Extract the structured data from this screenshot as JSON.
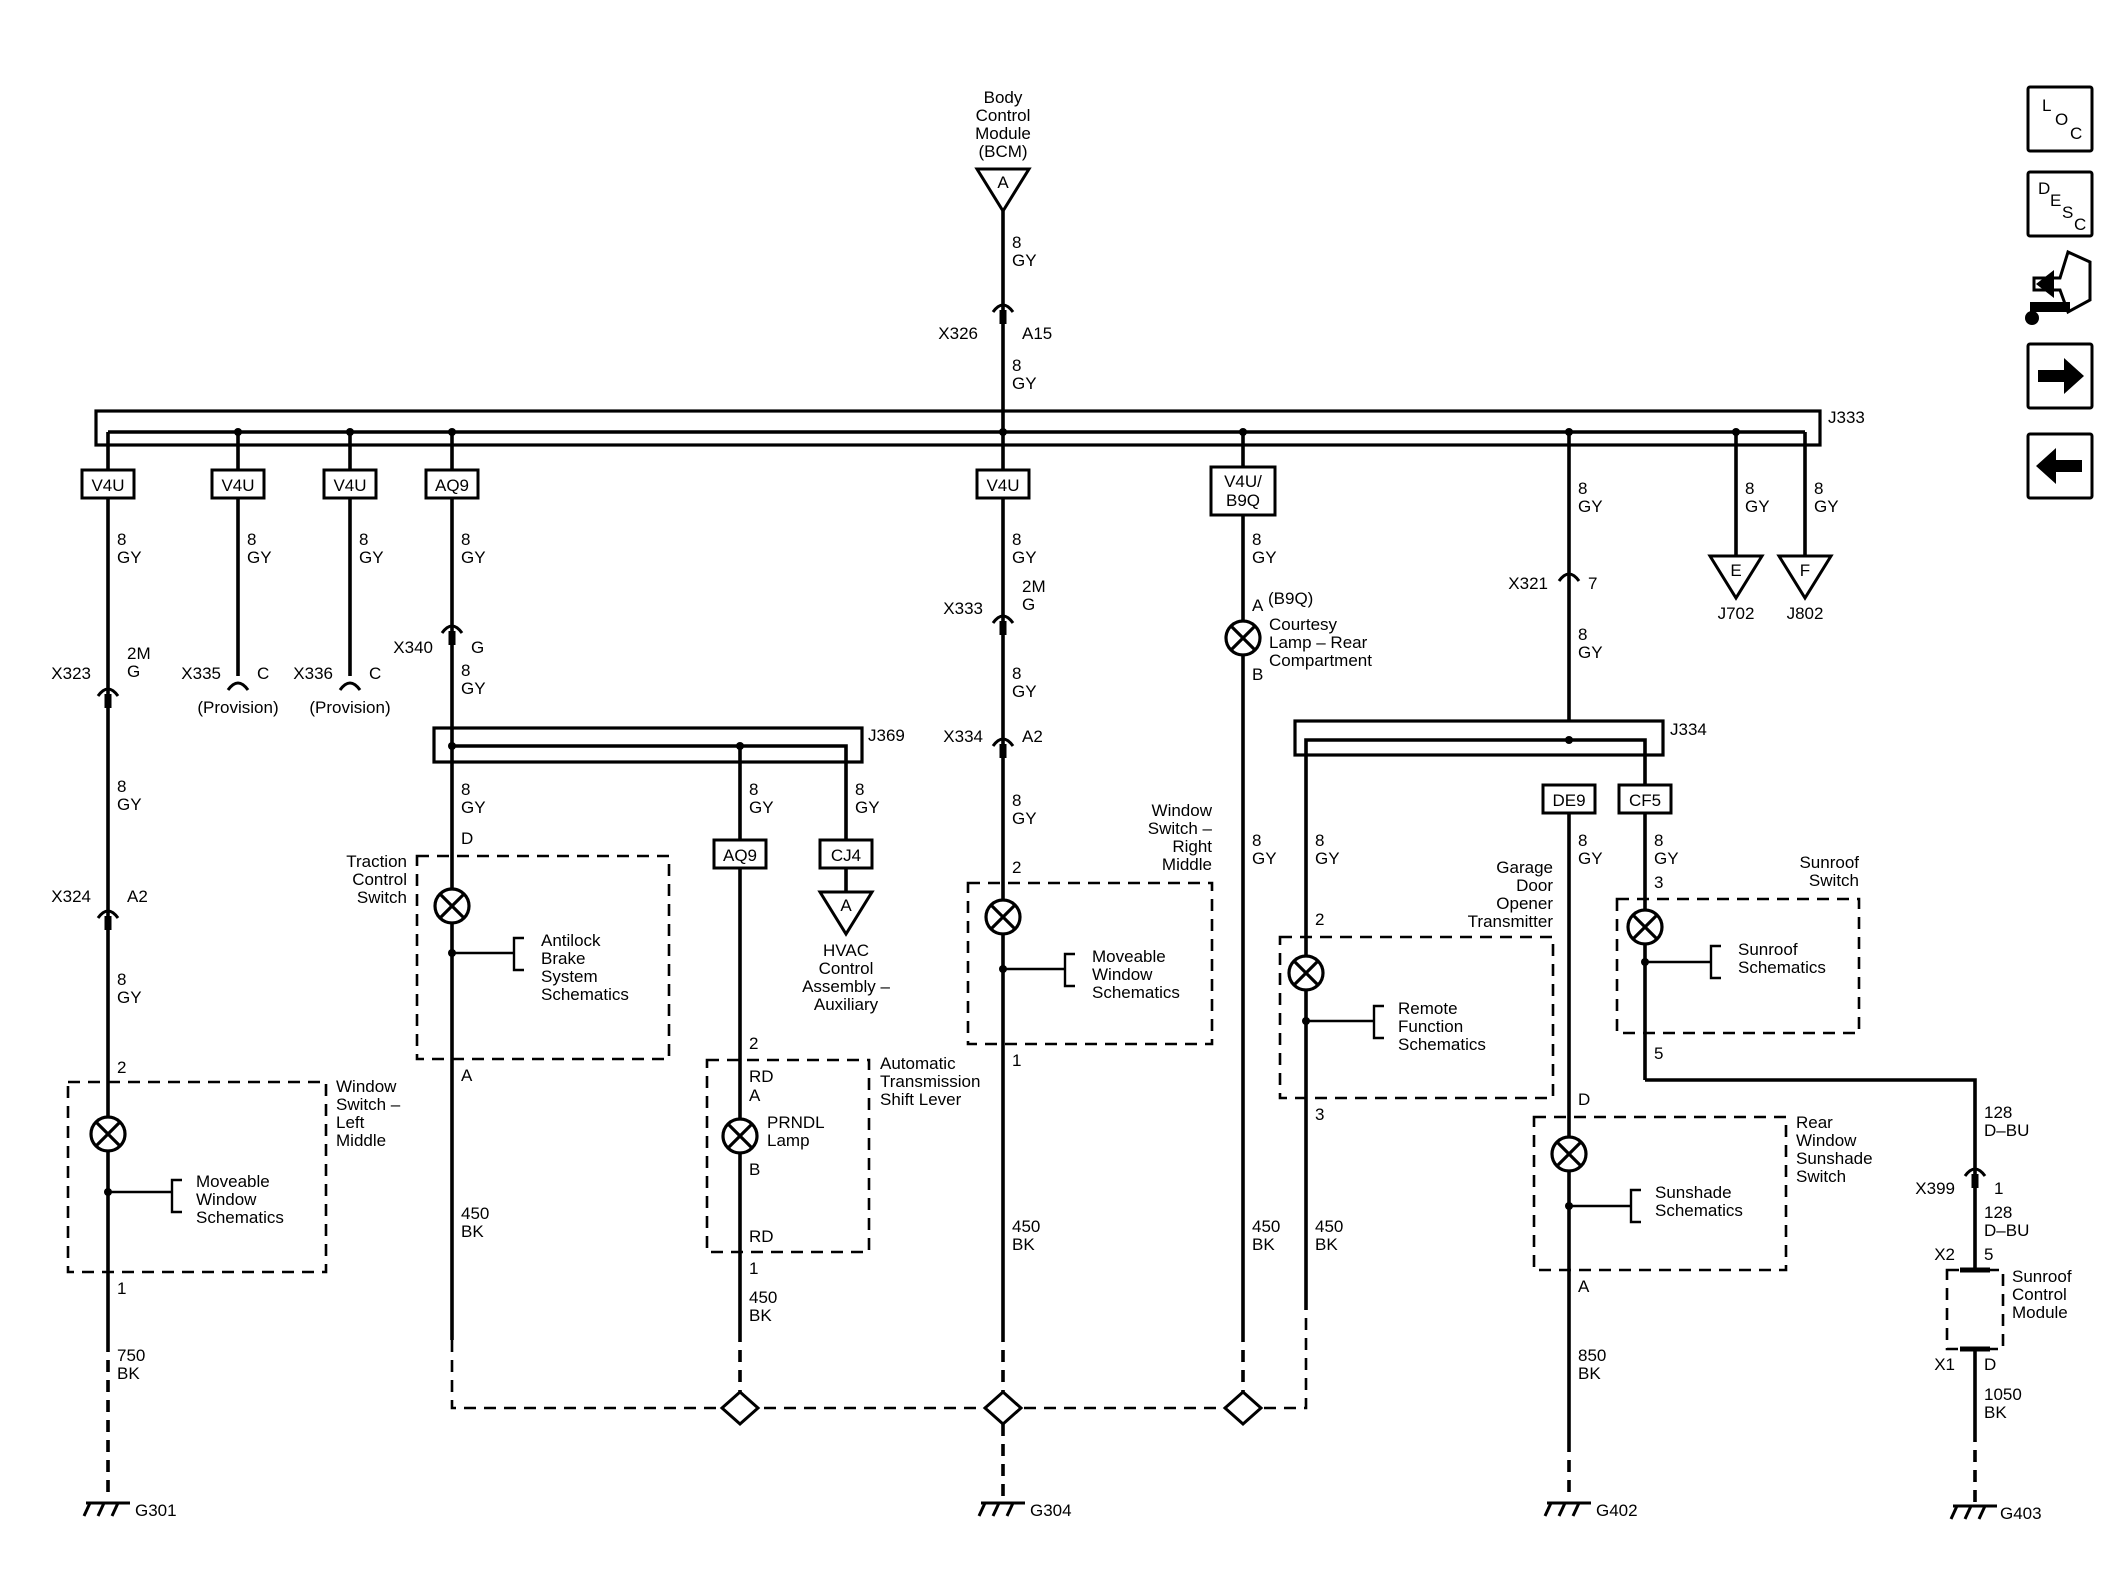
{
  "bcm": {
    "line1": "Body",
    "line2": "Control",
    "line3": "Module",
    "line4": "(BCM)",
    "pin": "A"
  },
  "wires": {
    "gy8_a": "8",
    "gy8_b": "GY",
    "bk450_a": "450",
    "bk450_b": "BK",
    "bk750_a": "750",
    "bk750_b": "BK",
    "bk850_a": "850",
    "bk850_b": "BK",
    "bk1050_a": "1050",
    "bk1050_b": "BK",
    "dbu128_a": "128",
    "dbu128_b": "D–BU",
    "rd": "RD"
  },
  "connectors": {
    "x326": "X326",
    "x326_pin": "A15",
    "x323": "X323",
    "x323_pin_a": "2M",
    "x323_pin_b": "G",
    "x324": "X324",
    "x324_pin": "A2",
    "x335": "X335",
    "x335_pin": "C",
    "x336": "X336",
    "x336_pin": "C",
    "x340": "X340",
    "x340_pin": "G",
    "x333": "X333",
    "x333_pin_a": "2M",
    "x333_pin_b": "G",
    "x334": "X334",
    "x334_pin": "A2",
    "x321": "X321",
    "x321_pin": "7",
    "x399": "X399",
    "x399_pin": "1",
    "x2": "X2",
    "x2_pin": "5",
    "x1": "X1",
    "x1_pin": "D"
  },
  "splices": {
    "j333": "J333",
    "j369": "J369",
    "j334": "J334"
  },
  "options": {
    "v4u": "V4U",
    "aq9": "AQ9",
    "v4u_b9q_a": "V4U/",
    "v4u_b9q_b": "B9Q",
    "cj4": "CJ4",
    "de9": "DE9",
    "cf5": "CF5"
  },
  "provision": "(Provision)",
  "offpage": {
    "e": "E",
    "f": "F",
    "j702": "J702",
    "j802": "J802",
    "hvac_pin": "A"
  },
  "components": {
    "window_left": {
      "l1": "Window",
      "l2": "Switch –",
      "l3": "Left",
      "l4": "Middle",
      "pin_top": "2",
      "pin_bot": "1"
    },
    "moveable_left": {
      "l1": "Moveable",
      "l2": "Window",
      "l3": "Schematics"
    },
    "traction": {
      "l1": "Traction",
      "l2": "Control",
      "l3": "Switch",
      "pin_top": "D",
      "pin_bot": "A"
    },
    "abs": {
      "l1": "Antilock",
      "l2": "Brake",
      "l3": "System",
      "l4": "Schematics"
    },
    "hvac": {
      "l1": "HVAC",
      "l2": "Control",
      "l3": "Assembly –",
      "l4": "Auxiliary"
    },
    "trans": {
      "l1": "Automatic",
      "l2": "Transmission",
      "l3": "Shift Lever",
      "pin2": "2",
      "pin_a": "A",
      "pin_b": "B",
      "pin1": "1"
    },
    "prndl": {
      "l1": "PRNDL",
      "l2": "Lamp"
    },
    "window_right": {
      "l1": "Window",
      "l2": "Switch –",
      "l3": "Right",
      "l4": "Middle",
      "pin_top": "2",
      "pin_bot": "1"
    },
    "moveable_right": {
      "l1": "Moveable",
      "l2": "Window",
      "l3": "Schematics"
    },
    "courtesy": {
      "opt": "(B9Q)",
      "l1": "Courtesy",
      "l2": "Lamp – Rear",
      "l3": "Compartment",
      "pin_a": "A",
      "pin_b": "B"
    },
    "garage": {
      "l1": "Garage",
      "l2": "Door",
      "l3": "Opener",
      "l4": "Transmitter",
      "pin_top": "2",
      "pin_bot": "3"
    },
    "remote": {
      "l1": "Remote",
      "l2": "Function",
      "l3": "Schematics"
    },
    "sunroof_sw": {
      "l1": "Sunroof",
      "l2": "Switch",
      "pin_top": "3",
      "pin_bot": "5"
    },
    "sunroof_sch": {
      "l1": "Sunroof",
      "l2": "Schematics"
    },
    "rear_sunshade": {
      "l1": "Rear",
      "l2": "Window",
      "l3": "Sunshade",
      "l4": "Switch",
      "pin_top": "D",
      "pin_bot": "A"
    },
    "sunshade_sch": {
      "l1": "Sunshade",
      "l2": "Schematics"
    },
    "sunroof_mod": {
      "l1": "Sunroof",
      "l2": "Control",
      "l3": "Module"
    }
  },
  "grounds": {
    "g301": "G301",
    "g304": "G304",
    "g402": "G402",
    "g403": "G403"
  },
  "nav": {
    "loc": {
      "l": "L",
      "o": "O",
      "c": "C"
    },
    "desc": {
      "d": "D",
      "e": "E",
      "s": "S",
      "c": "C"
    },
    "icons": [
      "connector-icon",
      "arrow-right-icon",
      "arrow-left-icon"
    ]
  }
}
